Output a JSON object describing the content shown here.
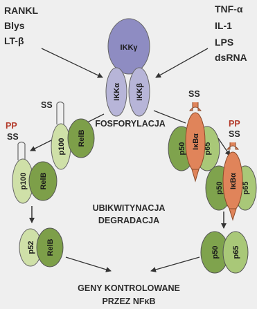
{
  "stimuli_left": {
    "line1": "RANKL",
    "line2": "Blys",
    "line3": "LT-β"
  },
  "stimuli_right": {
    "line1": "TNF-α",
    "line2": "IL-1",
    "line3": "LPS",
    "line4": "dsRNA"
  },
  "ikk": {
    "gamma": "IKKγ",
    "alpha": "IKKα",
    "beta": "IKKβ"
  },
  "labels": {
    "phosphorylation": "FOSFORYLACJA",
    "ubiq_line1": "UBIKWITYNACJA",
    "ubiq_line2": "DEGRADACJA",
    "bottom_line1": "GENY KONTROLOWANE",
    "bottom_line2": "PRZEZ NFκB"
  },
  "marks": {
    "ss": "SS",
    "pp": "PP"
  },
  "proteins": {
    "p100": "p100",
    "relb": "RelB",
    "p52": "p52",
    "p50": "p50",
    "p65": "p65",
    "ikba": "IκBα"
  },
  "colors": {
    "ikk_gamma": "#8e8cc2",
    "ikk_alpha_beta": "#b7b5d8",
    "p100": "#cfe0a8",
    "relb": "#7d9f49",
    "p50": "#7fa34d",
    "p65": "#a9c878",
    "ikba": "#e0845a",
    "red_text": "#b33a2a"
  }
}
